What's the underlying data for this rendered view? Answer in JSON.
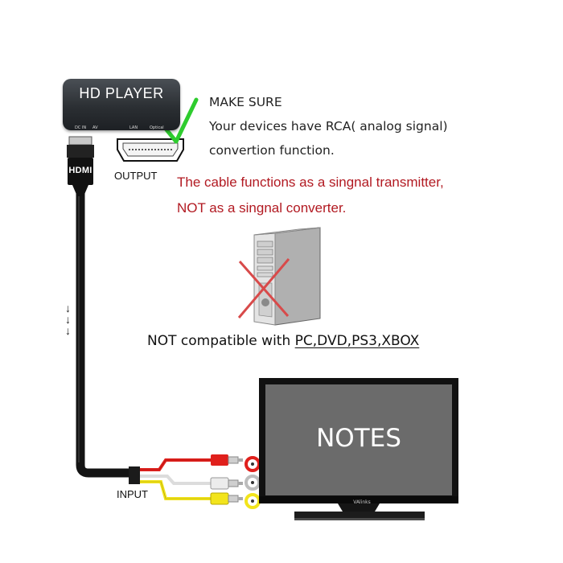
{
  "player": {
    "title": "HD PLAYER",
    "ports": [
      "DC IN",
      "AV",
      "LAN",
      "Optical"
    ]
  },
  "output_label": "OUTPUT",
  "input_label": "INPUT",
  "hdmi_label": "HDMI",
  "instructions": {
    "heading": "MAKE SURE",
    "line1": "Your devices have RCA( analog signal)",
    "line2": "convertion function."
  },
  "warning": {
    "line1": "The cable functions as a singnal transmitter,",
    "line2": "NOT as a singnal converter."
  },
  "compatibility": {
    "prefix": "NOT compatible with ",
    "devices": "PC,DVD,PS3,XBOX"
  },
  "tv": {
    "screen_text": "NOTES",
    "brand": "VAlinks"
  },
  "icons": {
    "check": "green-check-icon",
    "cross": "red-x-icon",
    "down_arrows": "down-arrows-icon"
  },
  "colors": {
    "check": "#2ecc2e",
    "warning_text": "#b21a22",
    "cross": "#d84a4a",
    "tv_screen": "#6b6b6b",
    "rca_red": "#e0201c",
    "rca_white": "#e6e6e6",
    "rca_yellow": "#f2e41c"
  }
}
